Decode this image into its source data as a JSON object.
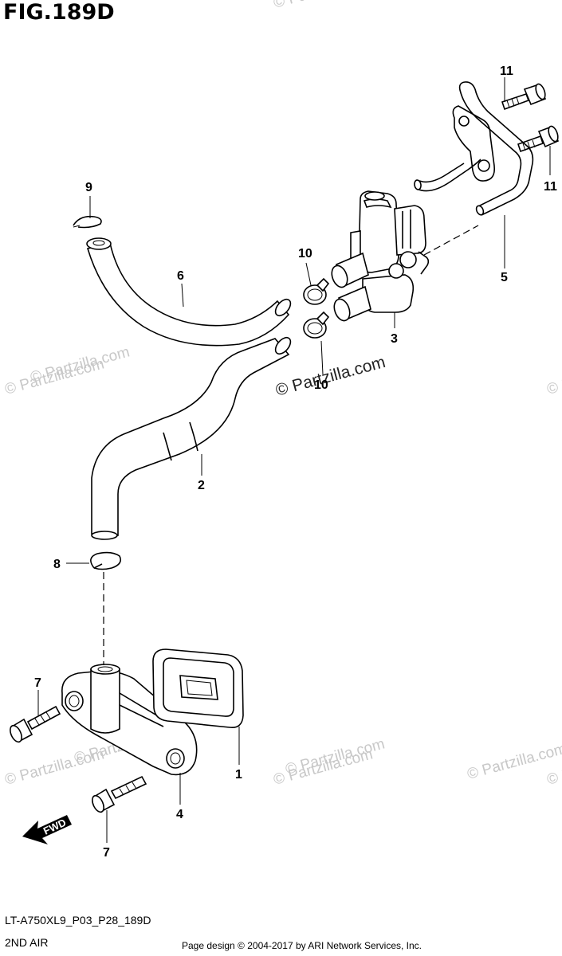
{
  "figure": {
    "title": "FIG.189D",
    "code": "LT-A750XL9_P03_P28_189D",
    "subtitle": "2ND AIR",
    "copyright": "Page design © 2004-2017 by ARI Network Services, Inc."
  },
  "direction_label": "FWD",
  "watermark": "© Partzilla.com",
  "callouts": {
    "p1": "1",
    "p2": "2",
    "p3": "3",
    "p4": "4",
    "p5": "5",
    "p6": "6",
    "p7a": "7",
    "p7b": "7",
    "p8": "8",
    "p9": "9",
    "p10a": "10",
    "p10b": "10",
    "p11a": "11",
    "p11b": "11"
  }
}
